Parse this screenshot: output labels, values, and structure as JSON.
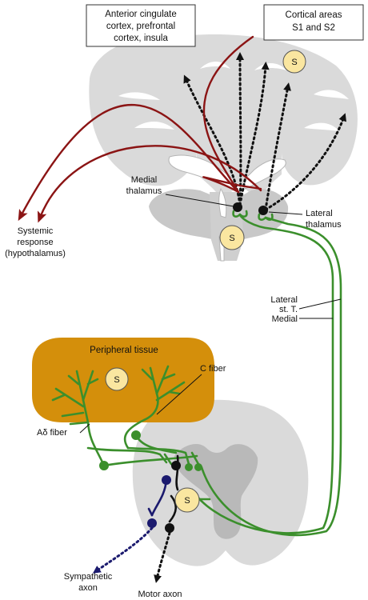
{
  "labels": {
    "box_acc": [
      "Anterior cingulate",
      "cortex, prefrontal",
      "cortex, insula"
    ],
    "box_cortical": [
      "Cortical areas",
      "S1 and S2"
    ],
    "medial_thalamus": [
      "Medial",
      "thalamus"
    ],
    "lateral_thalamus": [
      "Lateral",
      "thalamus"
    ],
    "systemic": [
      "Systemic",
      "response",
      "(hypothalamus)"
    ],
    "tract": [
      "Lateral",
      "st. T.",
      "Medial"
    ],
    "peripheral": "Peripheral tissue",
    "c_fiber": "C fiber",
    "adelta_fiber": "Aδ fiber",
    "sympathetic": [
      "Sympathetic",
      "axon"
    ],
    "motor": "Motor axon",
    "s": "S"
  },
  "colors": {
    "brain_gray": "#dadada",
    "brain_mid": "#c6c6c6",
    "tissue_orange": "#d48f0b",
    "s_circle": "#fae6a0",
    "green_fiber": "#3b8f2c",
    "red_pathway": "#8b1414",
    "navy_neuron": "#1b1a6e"
  }
}
